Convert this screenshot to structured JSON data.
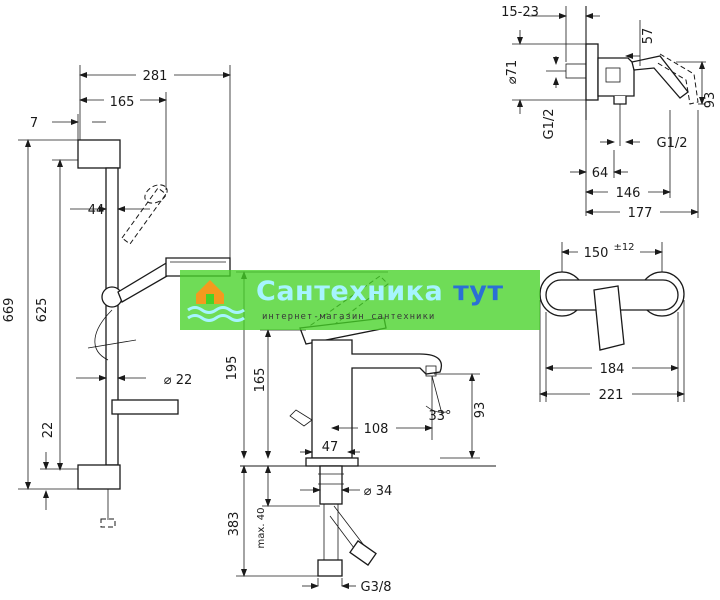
{
  "watermark": {
    "title_part1": "Сантехника",
    "title_part2": " тут",
    "subtitle": "интернет-магазин сантехники",
    "logo_icon": "house-waves-icon",
    "colors": {
      "banner": "#46d228",
      "title": "#a6f4ff",
      "title_accent": "#2b6fd6"
    }
  },
  "shower_set": {
    "dims": [
      "281",
      "165",
      "7",
      "44",
      "669",
      "625",
      "⌀ 22",
      "22"
    ]
  },
  "wall_mixer_side": {
    "dims": [
      "15-23",
      "57",
      "⌀71",
      "93",
      "G1/2",
      "G1/2",
      "64",
      "146",
      "177"
    ]
  },
  "wall_mixer_front": {
    "dims": [
      "150",
      "±12",
      "184",
      "221"
    ]
  },
  "basin_mixer": {
    "dims": [
      "195",
      "165",
      "108",
      "47",
      "33°",
      "93",
      "⌀ 34",
      "383",
      "max. 40",
      "G3/8"
    ]
  }
}
